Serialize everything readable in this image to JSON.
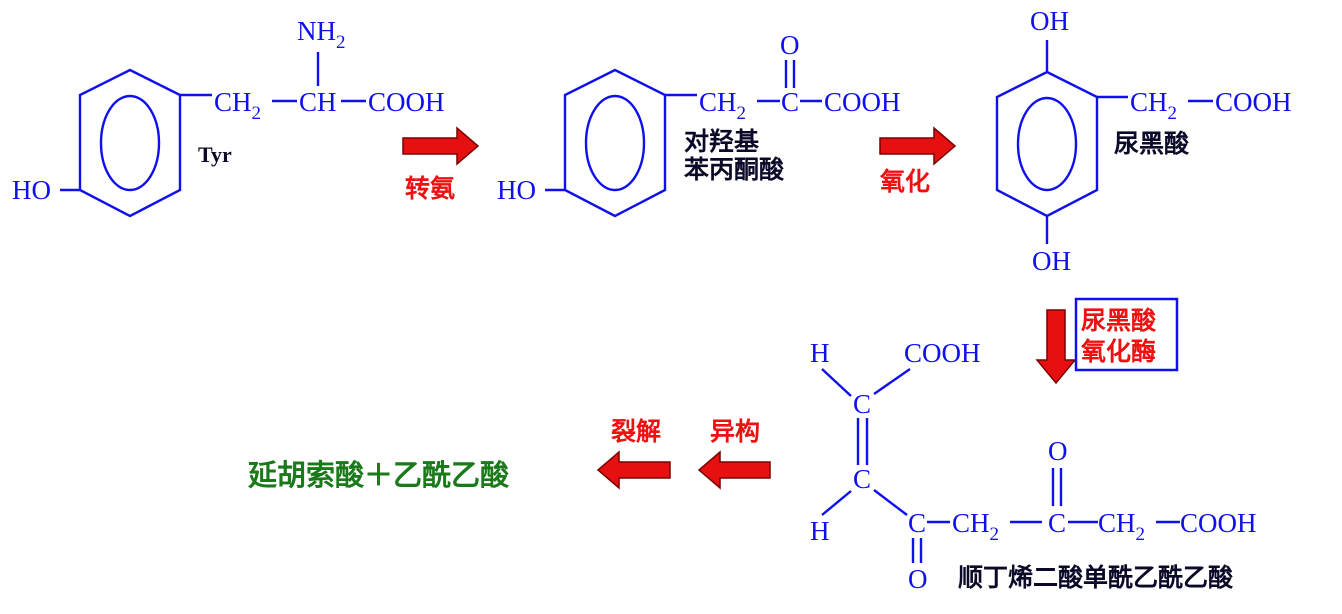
{
  "colors": {
    "structure": "#1010ee",
    "enzyme_text": "#ee1111",
    "arrow": "#e61010",
    "product_text": "#1a7a1a",
    "label_text": "#0a0a28"
  },
  "tyrosine": {
    "nh2_n": "NH",
    "nh2_sub": "2",
    "ch2_main": "CH",
    "ch2_sub": "2",
    "ch": "CH",
    "cooh": "COOH",
    "ho": "HO",
    "label": "Tyr"
  },
  "step1": {
    "label": "转氨"
  },
  "hppa": {
    "o": "O",
    "ch2_main": "CH",
    "ch2_sub": "2",
    "c": "C",
    "cooh": "COOH",
    "ho": "HO",
    "label_line1": "对羟基",
    "label_line2": "苯丙酮酸"
  },
  "step2": {
    "label": "氧化"
  },
  "homogentisate": {
    "oh_top": "OH",
    "oh_bottom": "OH",
    "ch2_main": "CH",
    "ch2_sub": "2",
    "cooh": "COOH",
    "label": "尿黑酸"
  },
  "step3": {
    "label_line1": "尿黑酸",
    "label_line2": "氧化酶"
  },
  "maleylacetoacetate": {
    "h_top": "H",
    "h_bottom": "H",
    "c_top": "C",
    "c_bottom": "C",
    "cooh_top": "COOH",
    "c_keto1": "C",
    "o_keto1": "O",
    "ch2a_main": "CH",
    "ch2a_sub": "2",
    "c_keto2": "C",
    "o_keto2": "O",
    "ch2b_main": "CH",
    "ch2b_sub": "2",
    "cooh_end": "COOH",
    "label": "顺丁烯二酸单酰乙酰乙酸"
  },
  "step4": {
    "label": "异构"
  },
  "step5": {
    "label": "裂解"
  },
  "products": {
    "label": "延胡索酸＋乙酰乙酸"
  }
}
